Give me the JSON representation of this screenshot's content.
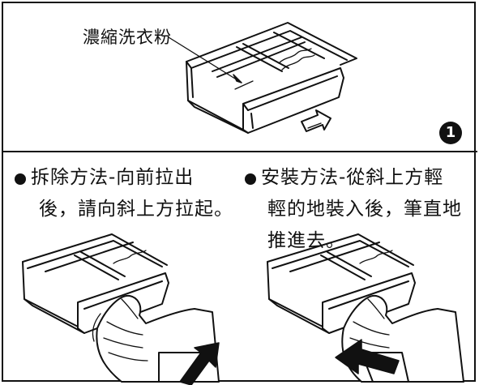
{
  "top_panel": {
    "callout_label": "濃縮洗衣粉",
    "step_number": "1"
  },
  "removal": {
    "line1": "拆除方法-向前拉出",
    "line2": "後，請向斜上方拉起。"
  },
  "installation": {
    "line1": "安裝方法-從斜上方輕",
    "line2": "輕的地裝入後，筆直地",
    "line3": "推進去。"
  }
}
